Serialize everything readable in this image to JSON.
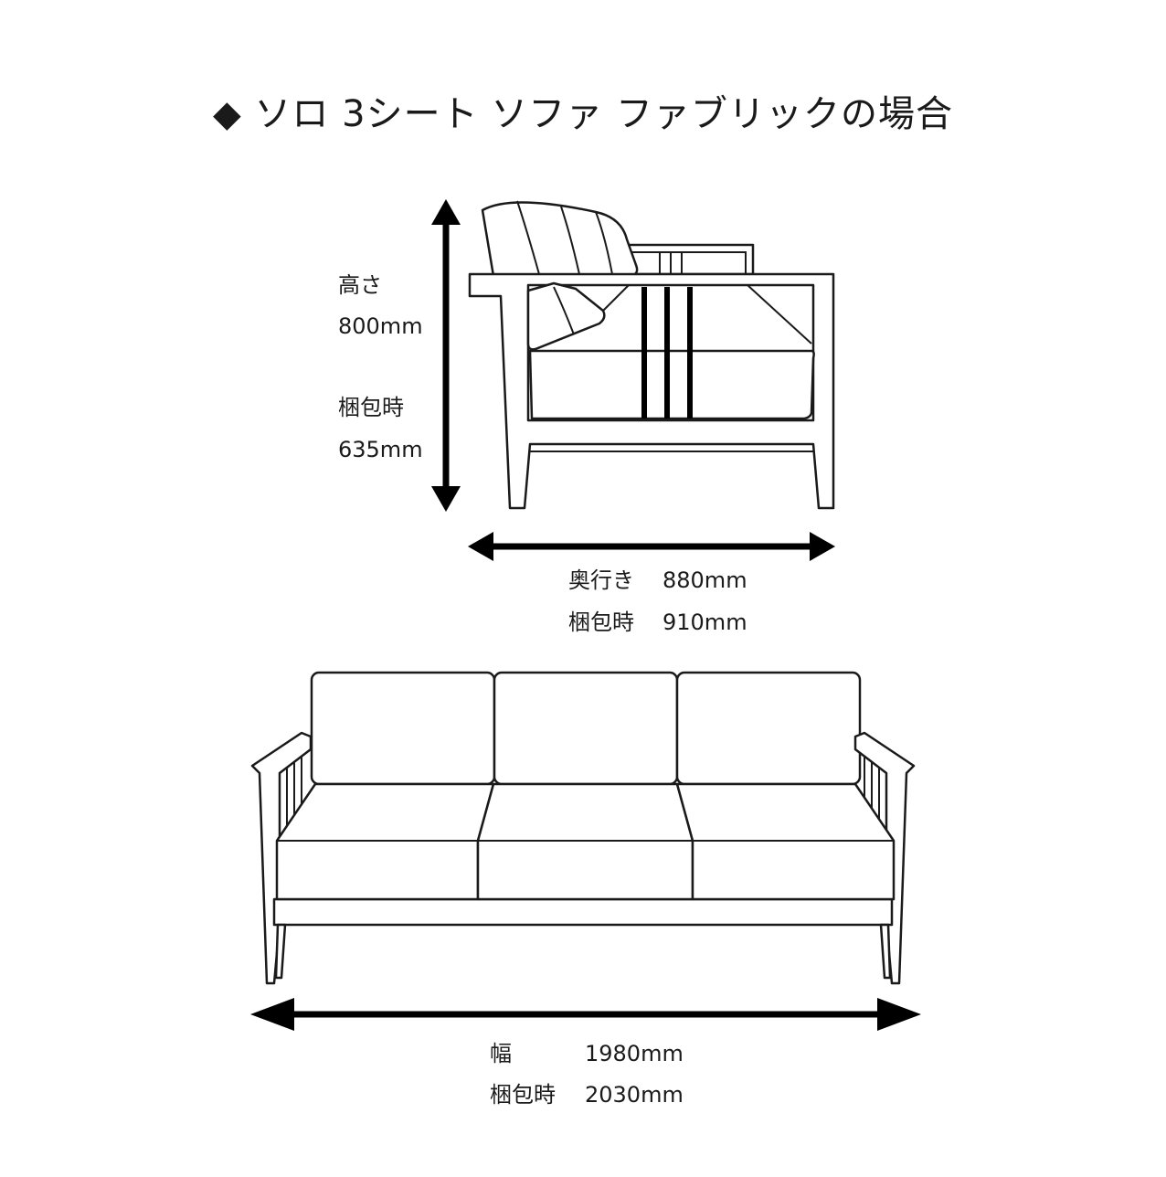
{
  "title": "◆ ソロ 3シート ソファ ファブリックの場合",
  "height": {
    "label": "高さ",
    "value": "800mm",
    "packed_label": "梱包時",
    "packed_value": "635mm"
  },
  "depth": {
    "label": "奥行き",
    "value": "880mm",
    "packed_label": "梱包時",
    "packed_value": "910mm"
  },
  "width": {
    "label": "幅",
    "value": "1980mm",
    "packed_label": "梱包時",
    "packed_value": "2030mm"
  },
  "colors": {
    "line": "#1a1a1a",
    "arrow": "#000000",
    "background": "#ffffff"
  }
}
